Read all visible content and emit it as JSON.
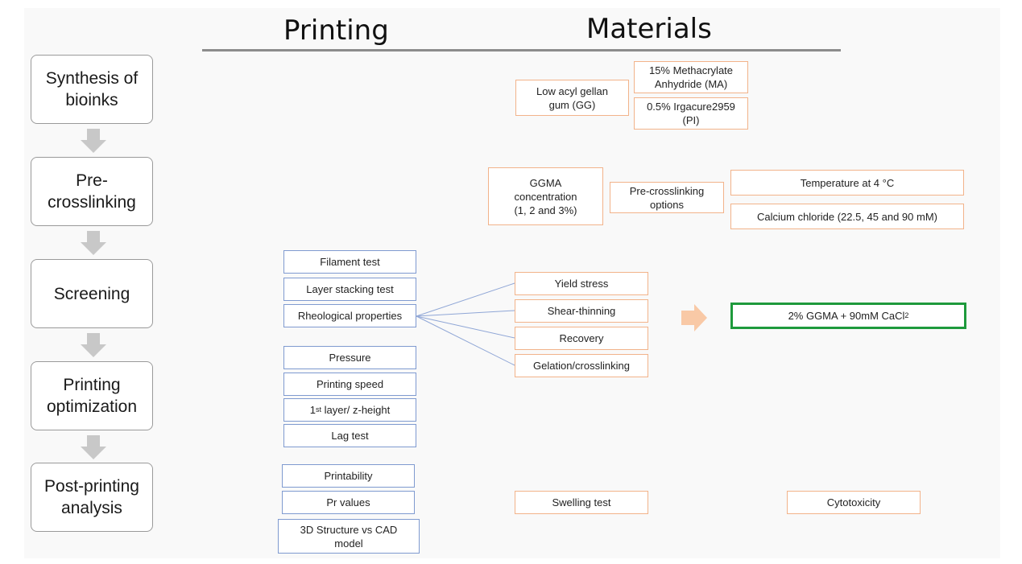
{
  "headers": {
    "printing": "Printing",
    "materials": "Materials"
  },
  "steps": [
    "Synthesis of\nbioinks",
    "Pre-\ncrosslinking",
    "Screening",
    "Printing\noptimization",
    "Post-printing\nanalysis"
  ],
  "synthesis": {
    "gg": "Low acyl gellan\ngum (GG)",
    "ma": "15% Methacrylate\nAnhydride (MA)",
    "pi": "0.5% Irgacure2959\n(PI)"
  },
  "precrosslinking": {
    "ggma": "GGMA\nconcentration\n(1, 2 and 3%)",
    "options": "Pre-crosslinking\noptions",
    "temperature": "Temperature at 4 °C",
    "calcium": "Calcium chloride (22.5, 45 and 90 mM)"
  },
  "screening": {
    "filament": "Filament test",
    "layer": "Layer stacking test",
    "rheo": "Rheological properties",
    "yield": "Yield stress",
    "shear": "Shear-thinning",
    "recovery": "Recovery",
    "gelation": "Gelation/crosslinking",
    "result_main": "2% GGMA + 90mM CaCl",
    "result_sub": "2"
  },
  "optimization": {
    "pressure": "Pressure",
    "speed": "Printing speed",
    "z_pre": "1",
    "z_sup": "st",
    "z_post": " layer/ z-height",
    "lag": "Lag test"
  },
  "post": {
    "printability": "Printability",
    "pr": "Pr values",
    "structure": "3D Structure vs CAD\nmodel",
    "swelling": "Swelling test",
    "cyto": "Cytotoxicity"
  },
  "colors": {
    "material_border": "#f2b38a",
    "printing_border": "#7f9ad0",
    "result_border": "#1e9a3c",
    "arrow_gray": "#c8c8c8",
    "arrow_orange": "#f9c9a6"
  }
}
